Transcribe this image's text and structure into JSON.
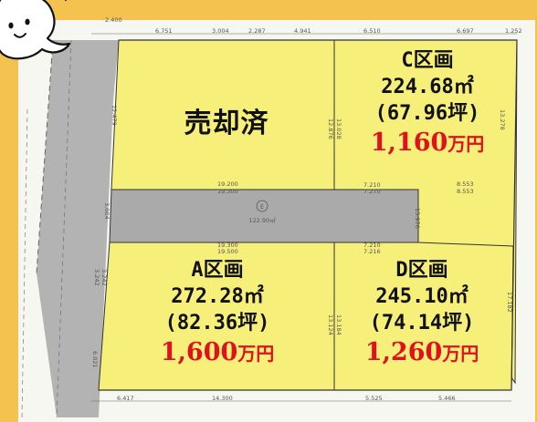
{
  "lots": [
    {
      "id": "C",
      "name": "C区画",
      "area": "224.68㎡",
      "tsubo": "(67.96坪)",
      "price": "1,160",
      "unit": "万円"
    },
    {
      "id": "A",
      "name": "A区画",
      "area": "272.28㎡",
      "tsubo": "(82.36坪)",
      "price": "1,600",
      "unit": "万円"
    },
    {
      "id": "D",
      "name": "D区画",
      "area": "245.10㎡",
      "tsubo": "(74.14坪)",
      "price": "1,260",
      "unit": "万円"
    }
  ],
  "sold_lot": {
    "label": "売却済"
  },
  "road": {
    "label": "E",
    "area": "122.90㎡"
  },
  "dimensions": {
    "top_left": "2.400",
    "top": [
      "6.751",
      "3.004",
      "2.287",
      "4.941",
      "6.510",
      "6.697",
      "1.252"
    ],
    "bottom": [
      "6.417",
      "14.300",
      "5.525",
      "5.466"
    ],
    "road_labels": [
      "19.200",
      "19.300",
      "19.300",
      "19.500",
      "7.210",
      "7.270",
      "7.210",
      "7.216",
      "8.553",
      "8.553"
    ],
    "vertical": [
      "12.876",
      "13.028",
      "13.278",
      "15.976",
      "13.124",
      "13.184",
      "17.182",
      "3.242",
      "3.242",
      "6.021",
      "12.479",
      "3.004"
    ]
  },
  "colors": {
    "background": "#F3C24F",
    "lot_fill": "#F6F07A",
    "road_fill": "#AAAAAA",
    "price": "#E0101C"
  },
  "icons": [
    "mascot-ghost-icon"
  ]
}
